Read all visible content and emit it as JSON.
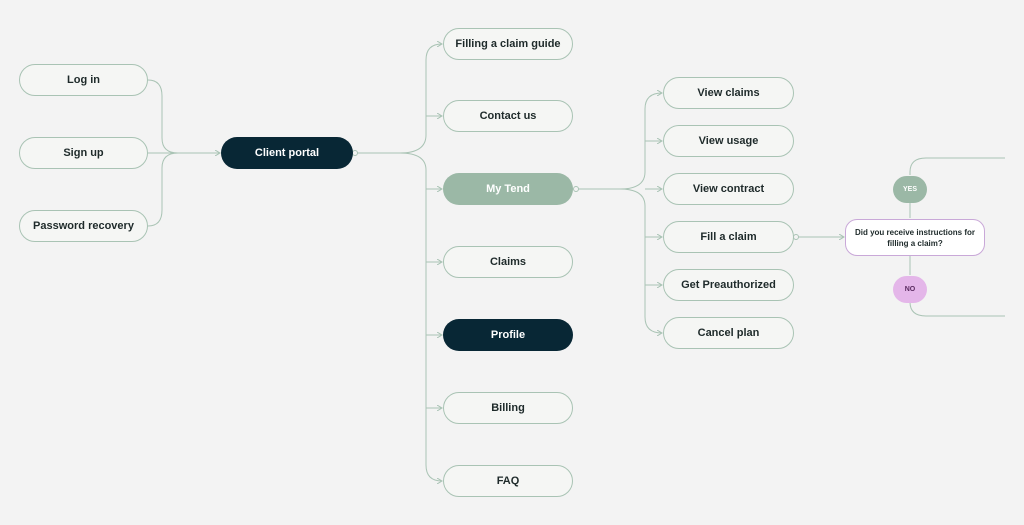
{
  "left_nodes": [
    {
      "id": "log-in",
      "label": "Log in"
    },
    {
      "id": "sign-up",
      "label": "Sign up"
    },
    {
      "id": "password-recovery",
      "label": "Password recovery"
    }
  ],
  "hub": {
    "label": "Client portal"
  },
  "middle_nodes": [
    {
      "id": "filling-a-claim-guide",
      "label": "Filling a claim guide"
    },
    {
      "id": "contact-us",
      "label": "Contact us"
    },
    {
      "id": "my-tend",
      "label": "My Tend"
    },
    {
      "id": "claims",
      "label": "Claims"
    },
    {
      "id": "profile",
      "label": "Profile"
    },
    {
      "id": "billing",
      "label": "Billing"
    },
    {
      "id": "faq",
      "label": "FAQ"
    }
  ],
  "right_nodes": [
    {
      "id": "view-claims",
      "label": "View claims"
    },
    {
      "id": "view-usage",
      "label": "View usage"
    },
    {
      "id": "view-contract",
      "label": "View contract"
    },
    {
      "id": "fill-a-claim",
      "label": "Fill a claim"
    },
    {
      "id": "get-preauthorized",
      "label": "Get Preauthorized"
    },
    {
      "id": "cancel-plan",
      "label": "Cancel plan"
    }
  ],
  "decision": {
    "question": "Did you receive instructions for filling a claim?",
    "yes_label": "YES",
    "no_label": "NO"
  },
  "colors": {
    "background": "#f3f3f3",
    "node_fill": "#f5f6f4",
    "node_border": "#a9c3b4",
    "dark": "#082735",
    "active_green": "#9bb8a6",
    "connector": "#a9c3b4",
    "no_pill": "#e4b6e9",
    "question_border": "#c9a8d8"
  }
}
